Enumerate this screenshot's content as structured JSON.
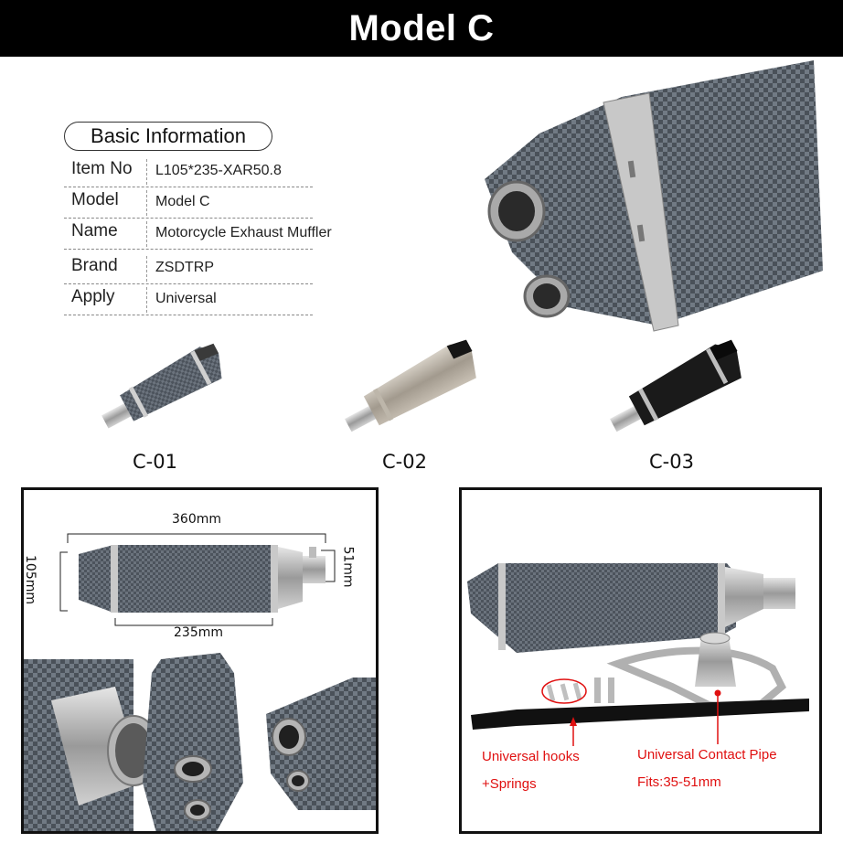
{
  "header": {
    "title": "Model C"
  },
  "basic_info": {
    "title": "Basic Information",
    "rows": [
      {
        "label": "Item No",
        "value": "L105*235-XAR50.8"
      },
      {
        "label": "Model",
        "value": "Model C"
      },
      {
        "label": "Name",
        "value": "Motorcycle Exhaust Muffler"
      },
      {
        "label": "Brand",
        "value": "ZSDTRP"
      },
      {
        "label": "Apply",
        "value": "Universal"
      }
    ]
  },
  "variants": [
    {
      "label": "C-01",
      "finish": "carbon-fiber"
    },
    {
      "label": "C-02",
      "finish": "titanium"
    },
    {
      "label": "C-03",
      "finish": "black"
    }
  ],
  "dimensions": {
    "length": "360mm",
    "body_length": "235mm",
    "height": "105mm",
    "inlet": "51mm"
  },
  "accessories": {
    "hooks_line1": "Universal hooks",
    "hooks_line2": "+Springs",
    "pipe_line1": "Universal Contact Pipe",
    "pipe_line2": "Fits:35-51mm"
  },
  "colors": {
    "header_bg": "#000000",
    "accent_red": "#e01010",
    "carbon": "#4a5058"
  }
}
